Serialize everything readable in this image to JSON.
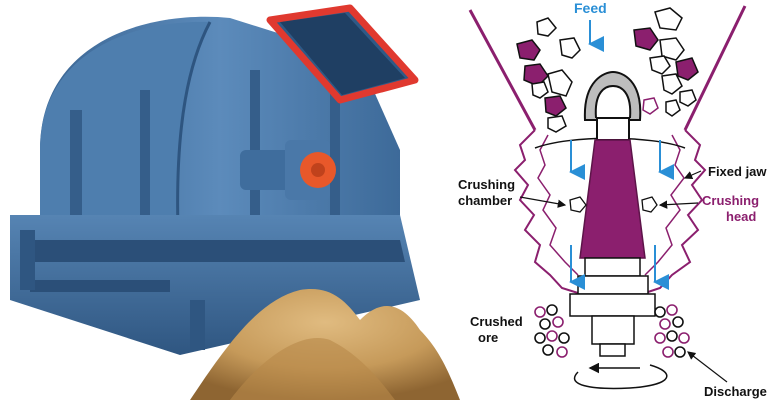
{
  "labels": {
    "feed": "Feed",
    "fixed_jaw": "Fixed jaw",
    "crushing_chamber_1": "Crushing",
    "crushing_chamber_2": "chamber",
    "crushing_head_1": "Crushing",
    "crushing_head_2": "head",
    "crushed_ore_1": "Crushed",
    "crushed_ore_2": "ore",
    "discharge": "Discharge"
  },
  "colors": {
    "machine_blue": "#4a78a8",
    "hopper_red": "#e0392f",
    "motor_orange": "#e8582a",
    "head_purple": "#8b1f6e",
    "feed_blue": "#2a8fd6",
    "sawdust": "#c69a5a"
  }
}
